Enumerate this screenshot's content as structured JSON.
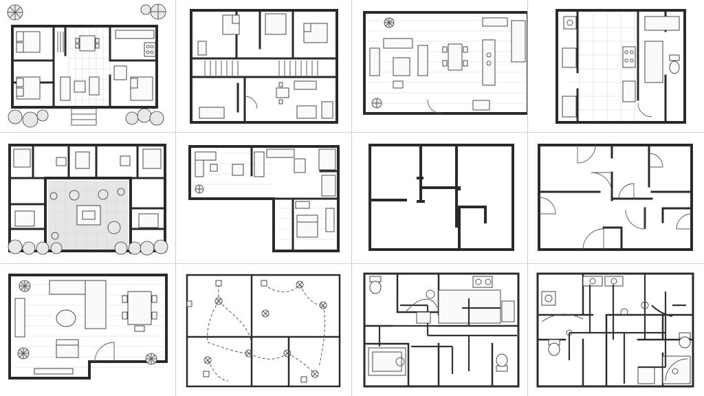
{
  "sheet": {
    "background": "#ffffff",
    "line_color": "#2a2a2a",
    "separator_color": "#cfcfcf",
    "columns": 4,
    "rows": 3
  },
  "panels": [
    {
      "id": "house-plan-furnished",
      "row": 1,
      "col": 1,
      "icons": [
        "tree-icon",
        "bed-icon",
        "dining-table-icon",
        "sofa-icon",
        "stove-icon"
      ]
    },
    {
      "id": "two-story-plan",
      "row": 1,
      "col": 2,
      "icons": [
        "bed-icon",
        "stairs-icon",
        "dining-table-icon",
        "sofa-icon"
      ]
    },
    {
      "id": "open-living-plan",
      "row": 1,
      "col": 3,
      "icons": [
        "plant-icon",
        "sofa-icon",
        "dining-table-icon",
        "kitchen-island-icon"
      ]
    },
    {
      "id": "tiled-kitchen-bath-plan",
      "row": 1,
      "col": 4,
      "icons": [
        "sink-icon",
        "stove-icon",
        "toilet-icon"
      ]
    },
    {
      "id": "courtyard-house-plan",
      "row": 2,
      "col": 1,
      "icons": [
        "tree-icon",
        "bed-icon",
        "dining-table-icon"
      ]
    },
    {
      "id": "l-shaped-plan",
      "row": 2,
      "col": 2,
      "icons": [
        "sofa-icon",
        "bed-icon",
        "plant-icon"
      ]
    },
    {
      "id": "empty-walls-plan",
      "row": 2,
      "col": 3,
      "icons": []
    },
    {
      "id": "walls-with-doors-plan",
      "row": 2,
      "col": 4,
      "icons": [
        "door-swing-icon"
      ]
    },
    {
      "id": "living-room-plan",
      "row": 3,
      "col": 1,
      "icons": [
        "plant-icon",
        "sofa-icon",
        "dining-table-icon",
        "armchair-icon"
      ]
    },
    {
      "id": "electrical-plan",
      "row": 3,
      "col": 2,
      "icons": [
        "light-fixture-icon",
        "switch-icon"
      ]
    },
    {
      "id": "plumbing-plan-bath",
      "row": 3,
      "col": 3,
      "icons": [
        "toilet-icon",
        "sink-icon",
        "bathtub-icon"
      ]
    },
    {
      "id": "plumbing-plan-pipes",
      "row": 3,
      "col": 4,
      "icons": [
        "toilet-icon",
        "sink-icon",
        "shower-icon"
      ]
    }
  ]
}
